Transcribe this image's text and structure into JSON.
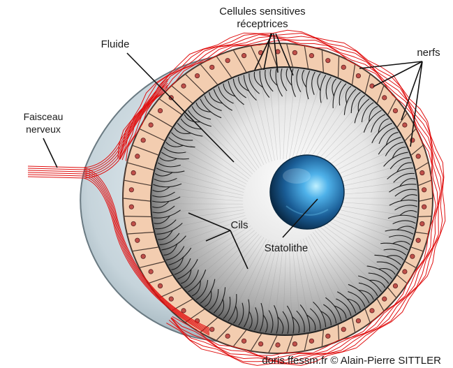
{
  "labels": {
    "sensory_cells_line1": "Cellules sensitives",
    "sensory_cells_line2": "réceptrices",
    "nerves": "nerfs",
    "fluid": "Fluide",
    "nerve_bundle_line1": "Faisceau",
    "nerve_bundle_line2": "nerveux",
    "cilia": "Cils",
    "statolith": "Statolithe",
    "credit": "doris.ffessm.fr  ©  Alain-Pierre SITTLER"
  },
  "colors": {
    "nerve_red": "#e01010",
    "cell_fill": "#f3cdb0",
    "nucleus": "#c0504a",
    "outer_capsule": "#b8c8d0",
    "statolith_blue": "#2a86c8"
  }
}
